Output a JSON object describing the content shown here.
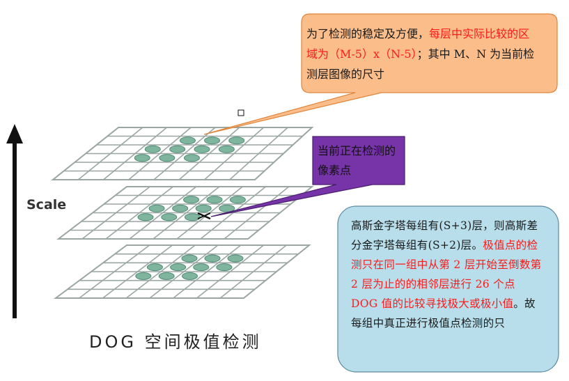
{
  "axis": {
    "label": "Scale"
  },
  "caption": "DOG 空间极值检测",
  "callout_top": {
    "part1": "为了检测的稳定及方便，",
    "part2_red": "每层中实际比较的区域为（M-5）x（N-5）",
    "part3": "；其中 M、N 为当前检测层图像的尺寸"
  },
  "callout_pixel": {
    "text": "当前正在检测的像素点"
  },
  "callout_note": {
    "part1": "高斯金字塔每组有(S+3)层，则高斯差分金字塔每组有(S+2)层。",
    "part2_red": "极值点的检测只在同一组中从第 2 层开始至倒数第 2 层为止的的相邻层进行 26 个点 DOG 值的比较寻找极大或极小值",
    "part3": "。故每组中真正进行极值点检测的只"
  },
  "colors": {
    "callout_top_fill": "#fbbd8a",
    "callout_top_stroke": "#e0853a",
    "callout_pixel_fill": "#7733a8",
    "callout_pixel_stroke": "#4a1f6e",
    "callout_note_fill": "#b7deea",
    "callout_note_stroke": "#5a8aa0",
    "grid_line": "#9aa6a3",
    "ellipse_fill": "#7fb59e",
    "ellipse_stroke": "#4f8a72",
    "highlight_red": "#ff1a1a"
  }
}
